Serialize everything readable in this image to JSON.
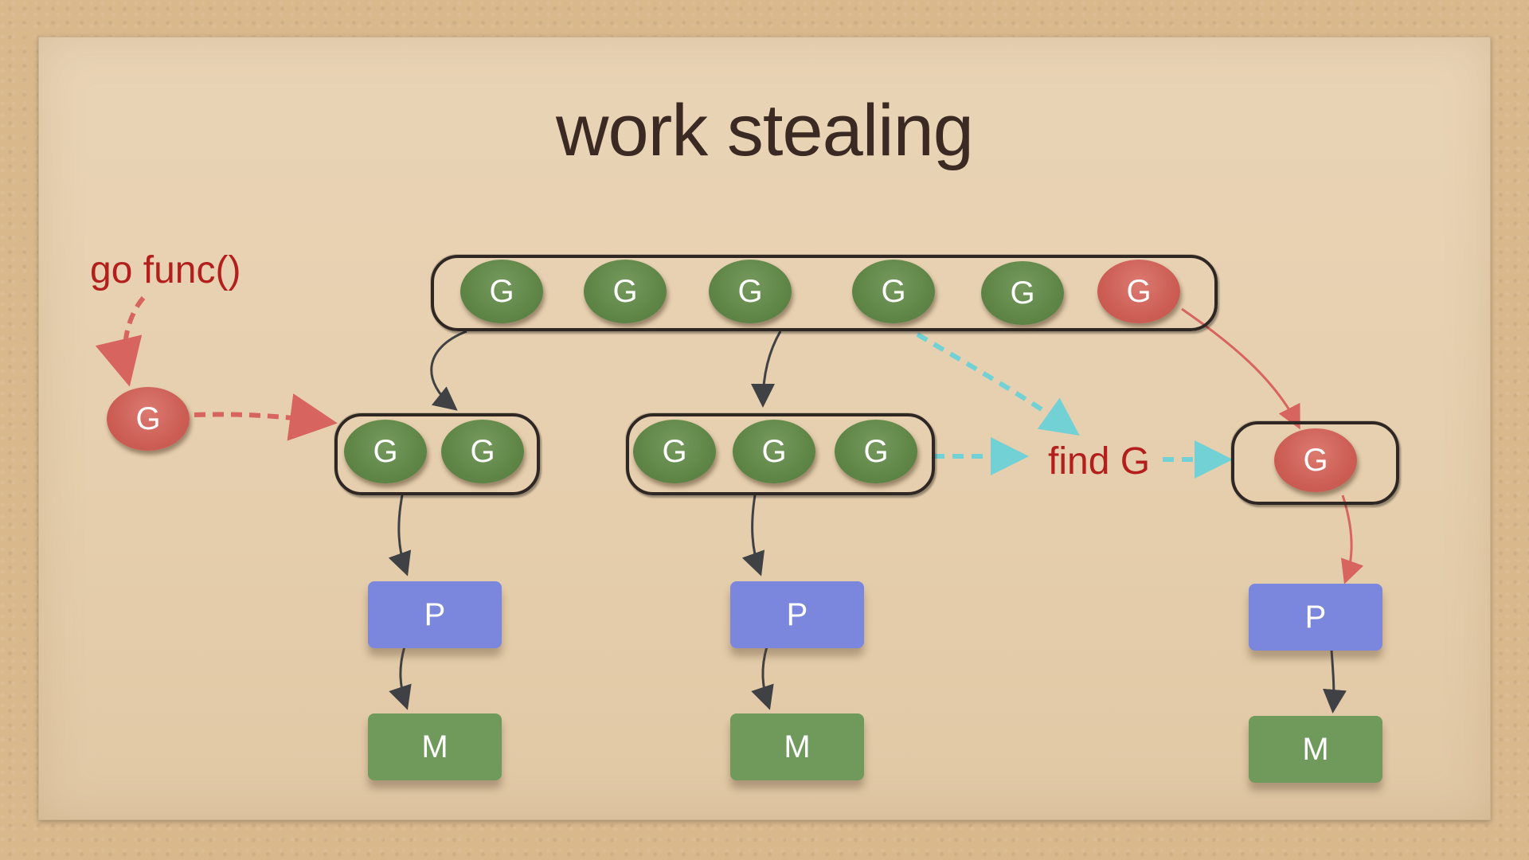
{
  "title": "work stealing",
  "labels": {
    "go_func": "go func()",
    "find_g": "find G"
  },
  "global_queue": [
    "G",
    "G",
    "G",
    "G",
    "G",
    "G"
  ],
  "new_goroutine": "G",
  "local_queues": [
    {
      "goroutines": [
        "G",
        "G"
      ],
      "processor": "P",
      "machine": "M"
    },
    {
      "goroutines": [
        "G",
        "G",
        "G"
      ],
      "processor": "P",
      "machine": "M"
    },
    {
      "goroutines": [
        "G"
      ],
      "processor": "P",
      "machine": "M"
    }
  ],
  "colors": {
    "background": "#d9b88c",
    "paper": "#e6cfae",
    "title": "#3b2a23",
    "green_g": "#5f8647",
    "red_g": "#cc5e55",
    "p_box": "#7b87dc",
    "m_box": "#6f9a5c",
    "red_text": "#b21f1c",
    "dark_arrow": "#3f4144",
    "red_arrow": "#d86460",
    "cyan_arrow": "#72d1d4"
  }
}
